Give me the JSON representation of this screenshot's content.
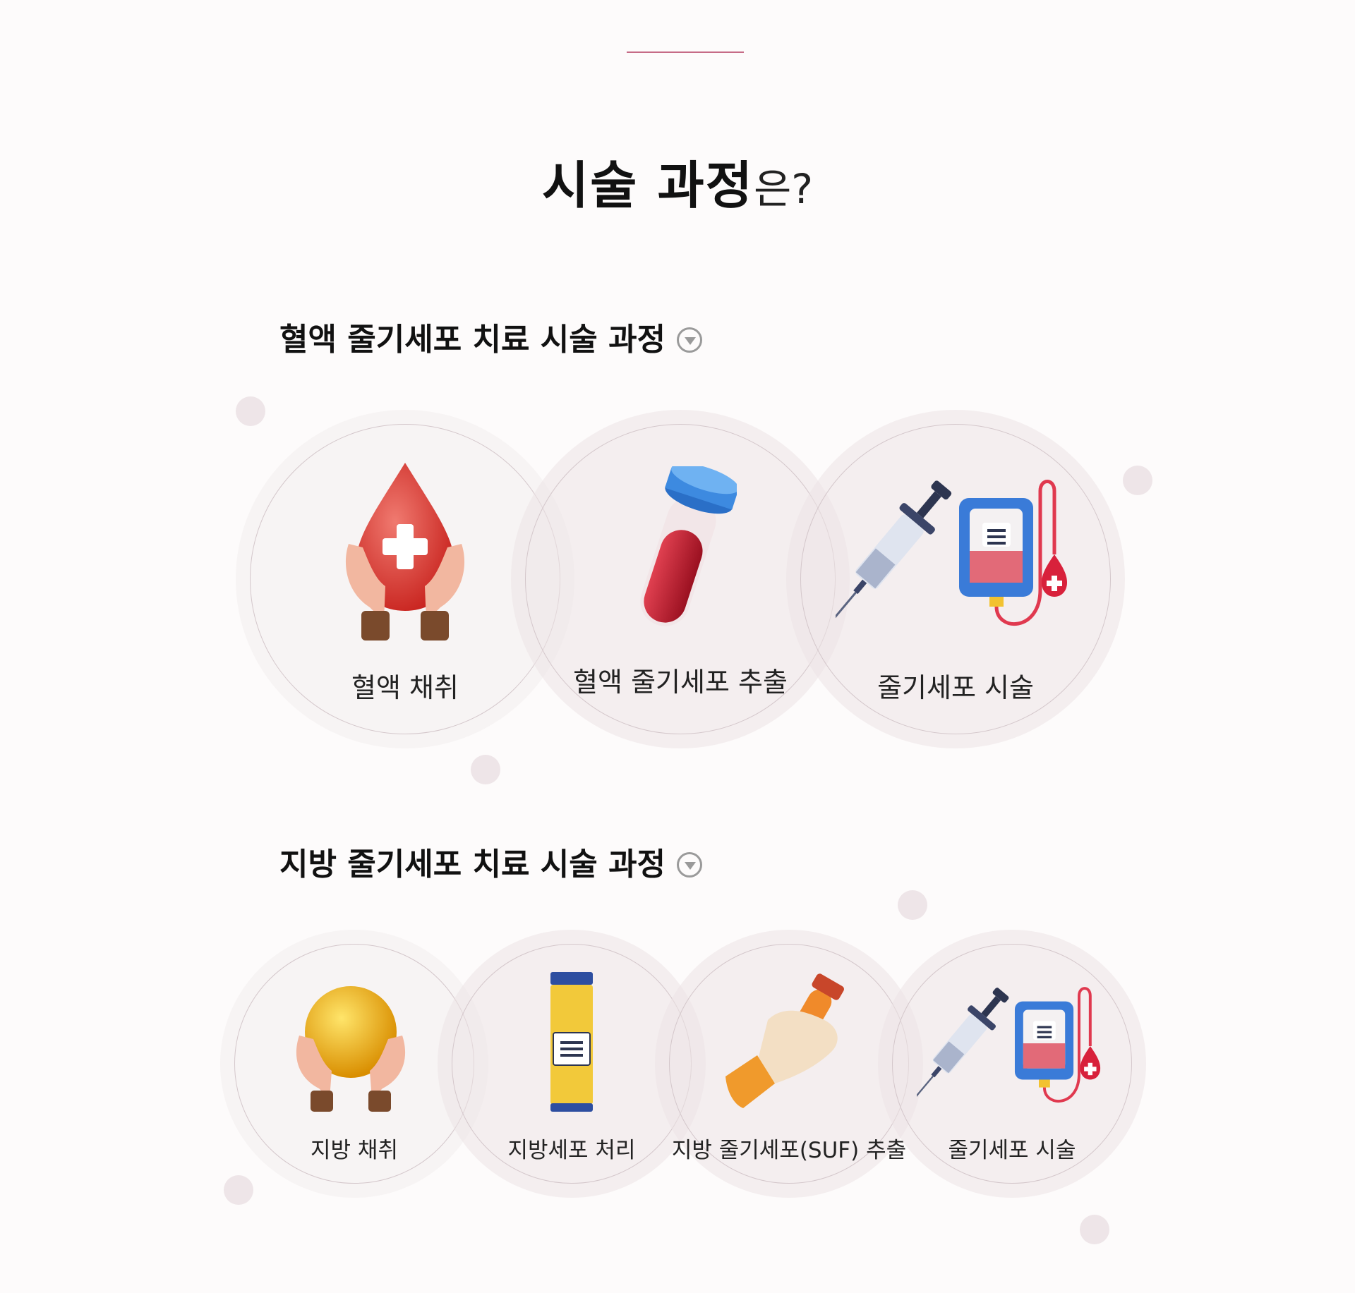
{
  "heading": {
    "strong": "시술 과정",
    "light": "은?"
  },
  "sections": [
    {
      "title": "혈액 줄기세포 치료 시술 과정",
      "toggle_icon": "chevron-down-circle-icon",
      "steps": [
        {
          "label": "혈액 채취",
          "icon": "hands-holding-blood-drop-icon"
        },
        {
          "label": "혈액 줄기세포 추출",
          "icon": "blood-test-tube-icon"
        },
        {
          "label": "줄기세포 시술",
          "icon": "syringe-and-iv-bag-icon"
        }
      ]
    },
    {
      "title": "지방 줄기세포 치료 시술 과정",
      "toggle_icon": "chevron-down-circle-icon",
      "steps": [
        {
          "label": "지방 채취",
          "icon": "hands-holding-fat-drop-icon"
        },
        {
          "label": "지방세포 처리",
          "icon": "fat-cell-tube-icon"
        },
        {
          "label": "지방 줄기세포(SUF) 추출",
          "icon": "hand-holding-tube-icon"
        },
        {
          "label": "줄기세포 시술",
          "icon": "syringe-and-iv-bag-icon"
        }
      ]
    }
  ],
  "colors": {
    "accent": "#c66b86",
    "circle": "#ece3e5",
    "dot": "#eee5e8"
  }
}
